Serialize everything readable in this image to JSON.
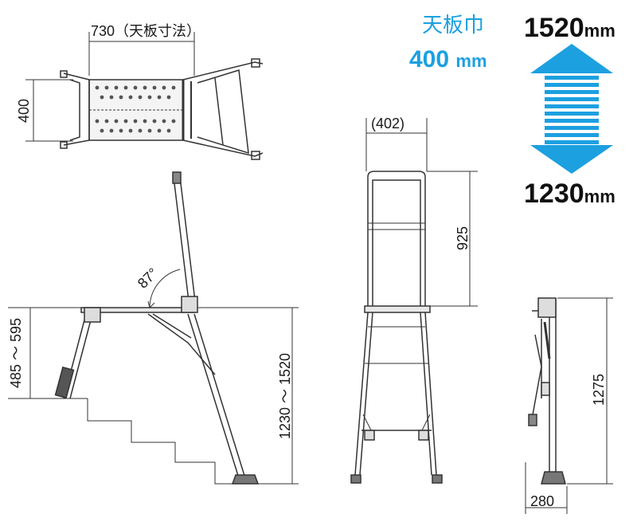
{
  "dimensions": {
    "width_top_view": "730（天板寸法）",
    "depth_top_view": "400",
    "angle": "87°",
    "step_range": "485 ～ 595",
    "height_range": "1230 ～ 1520",
    "front_width": "(402)",
    "handrail_height": "925",
    "folded_height": "1275",
    "folded_depth": "280"
  },
  "spec": {
    "platform_label": "天板巾",
    "platform_value": "400",
    "platform_unit": "mm",
    "max_height": "1520",
    "min_height": "1230",
    "height_unit": "mm"
  },
  "colors": {
    "accent": "#1ca0e0",
    "line": "#333333"
  }
}
